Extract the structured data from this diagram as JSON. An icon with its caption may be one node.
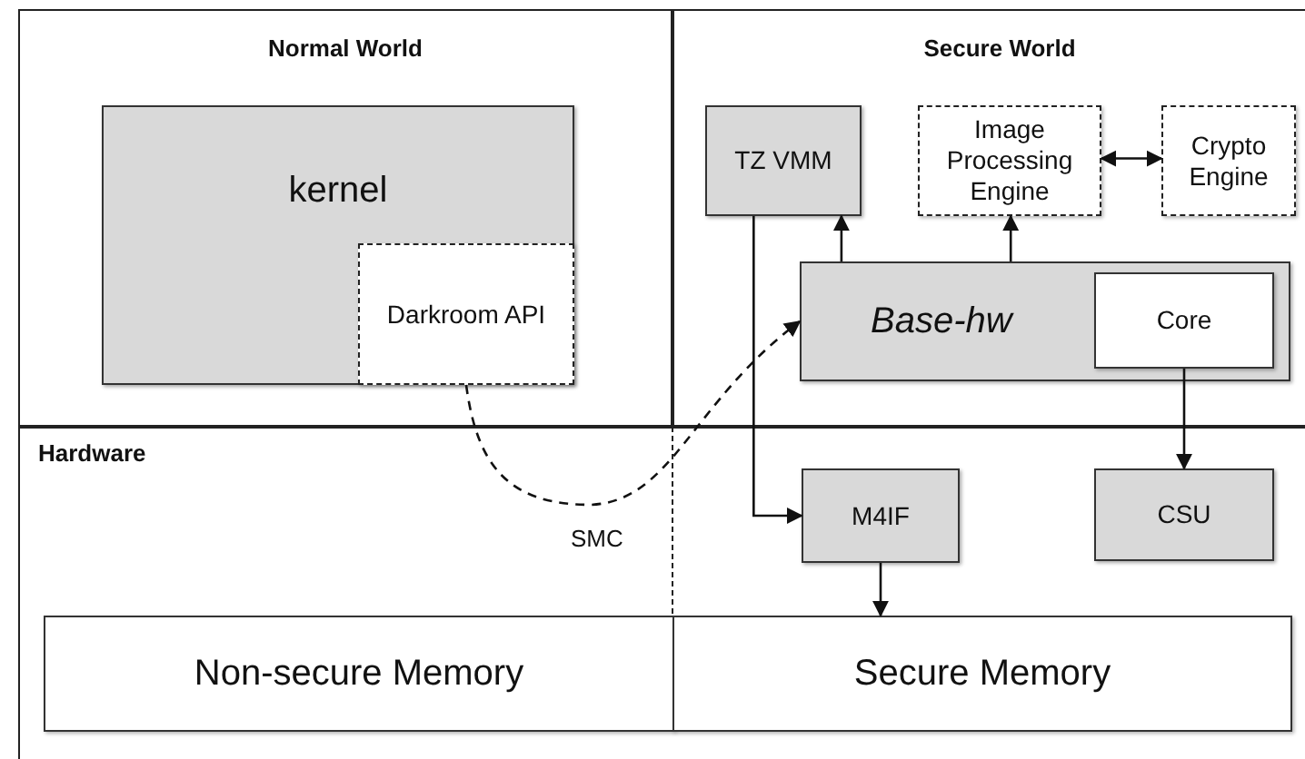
{
  "diagram": {
    "nodes": [
      {
        "text": [
          "Normal World"
        ]
      },
      {
        "text": [
          "kernel"
        ],
        "in": 0
      },
      {
        "text": [
          "Darkroom API"
        ],
        "in": 1
      },
      {
        "text": [
          "Secure World"
        ]
      },
      {
        "text": [
          "TZ VMM"
        ],
        "in": 3
      },
      {
        "text": [
          "Image Processing Engine"
        ],
        "in": 3
      },
      {
        "text": [
          "Crypto Engine"
        ],
        "in": 3
      },
      {
        "text": [
          "Base-hw"
        ],
        "in": 3
      },
      {
        "text": [
          "Core"
        ],
        "in": 7
      },
      {
        "text": [
          "Hardware"
        ]
      },
      {
        "text": [
          "M4IF"
        ],
        "in": 9
      },
      {
        "text": [
          "CSU"
        ],
        "in": 9
      },
      {
        "text": [
          "Non-secure Memory"
        ],
        "in": 9
      },
      {
        "text": [
          "Secure Memory"
        ],
        "in": 9
      }
    ],
    "edges": [
      {
        "from": 4,
        "to": 10,
        "arrow": "to"
      },
      {
        "from": 7,
        "to": 4,
        "arrow": "to"
      },
      {
        "from": 7,
        "to": 5,
        "arrow": "to"
      },
      {
        "from": 5,
        "to": 6,
        "arrow": "both"
      },
      {
        "from": 8,
        "to": 11,
        "arrow": "to"
      },
      {
        "from": 10,
        "to": 13,
        "arrow": "to"
      },
      {
        "from": 2,
        "to": 7,
        "arrow": "to",
        "label": "SMC",
        "style": "dashed"
      }
    ]
  }
}
